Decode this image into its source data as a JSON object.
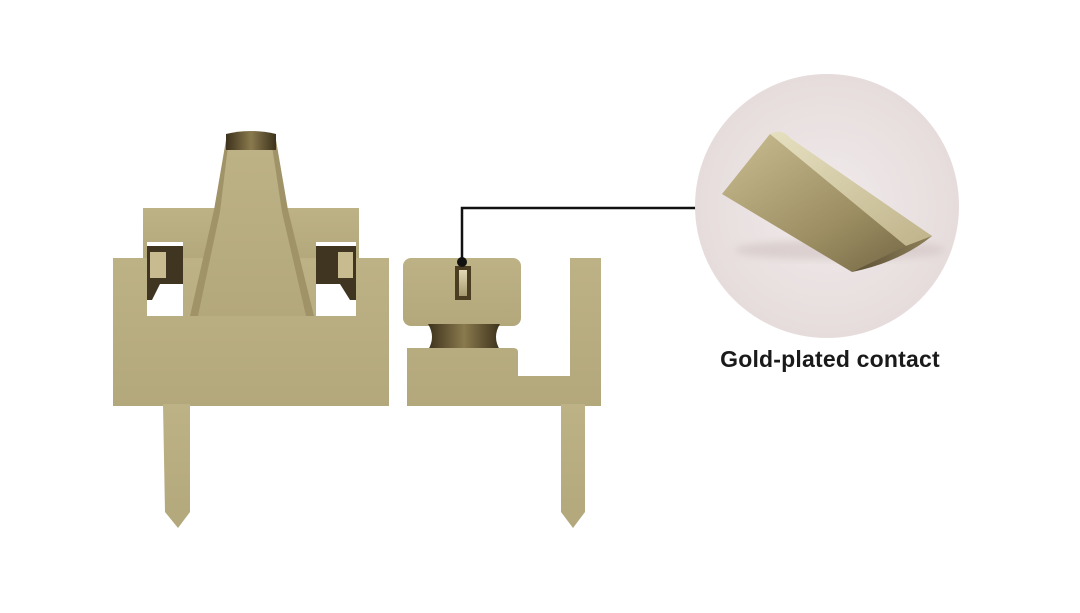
{
  "callout": {
    "label": "Gold-plated contact"
  },
  "colors": {
    "metal_base": "#b6ab80",
    "metal_shadow": "#5a4d2c",
    "metal_highlight": "#ddd6b2",
    "callout_bg": "#ece4e4",
    "leader_line": "#111111"
  },
  "components": [
    {
      "name": "left-connector-body",
      "material": "gold-plated-metal"
    },
    {
      "name": "right-connector-body",
      "material": "gold-plated-metal"
    },
    {
      "name": "contact-detail-zoom",
      "material": "gold-plated-metal"
    }
  ]
}
